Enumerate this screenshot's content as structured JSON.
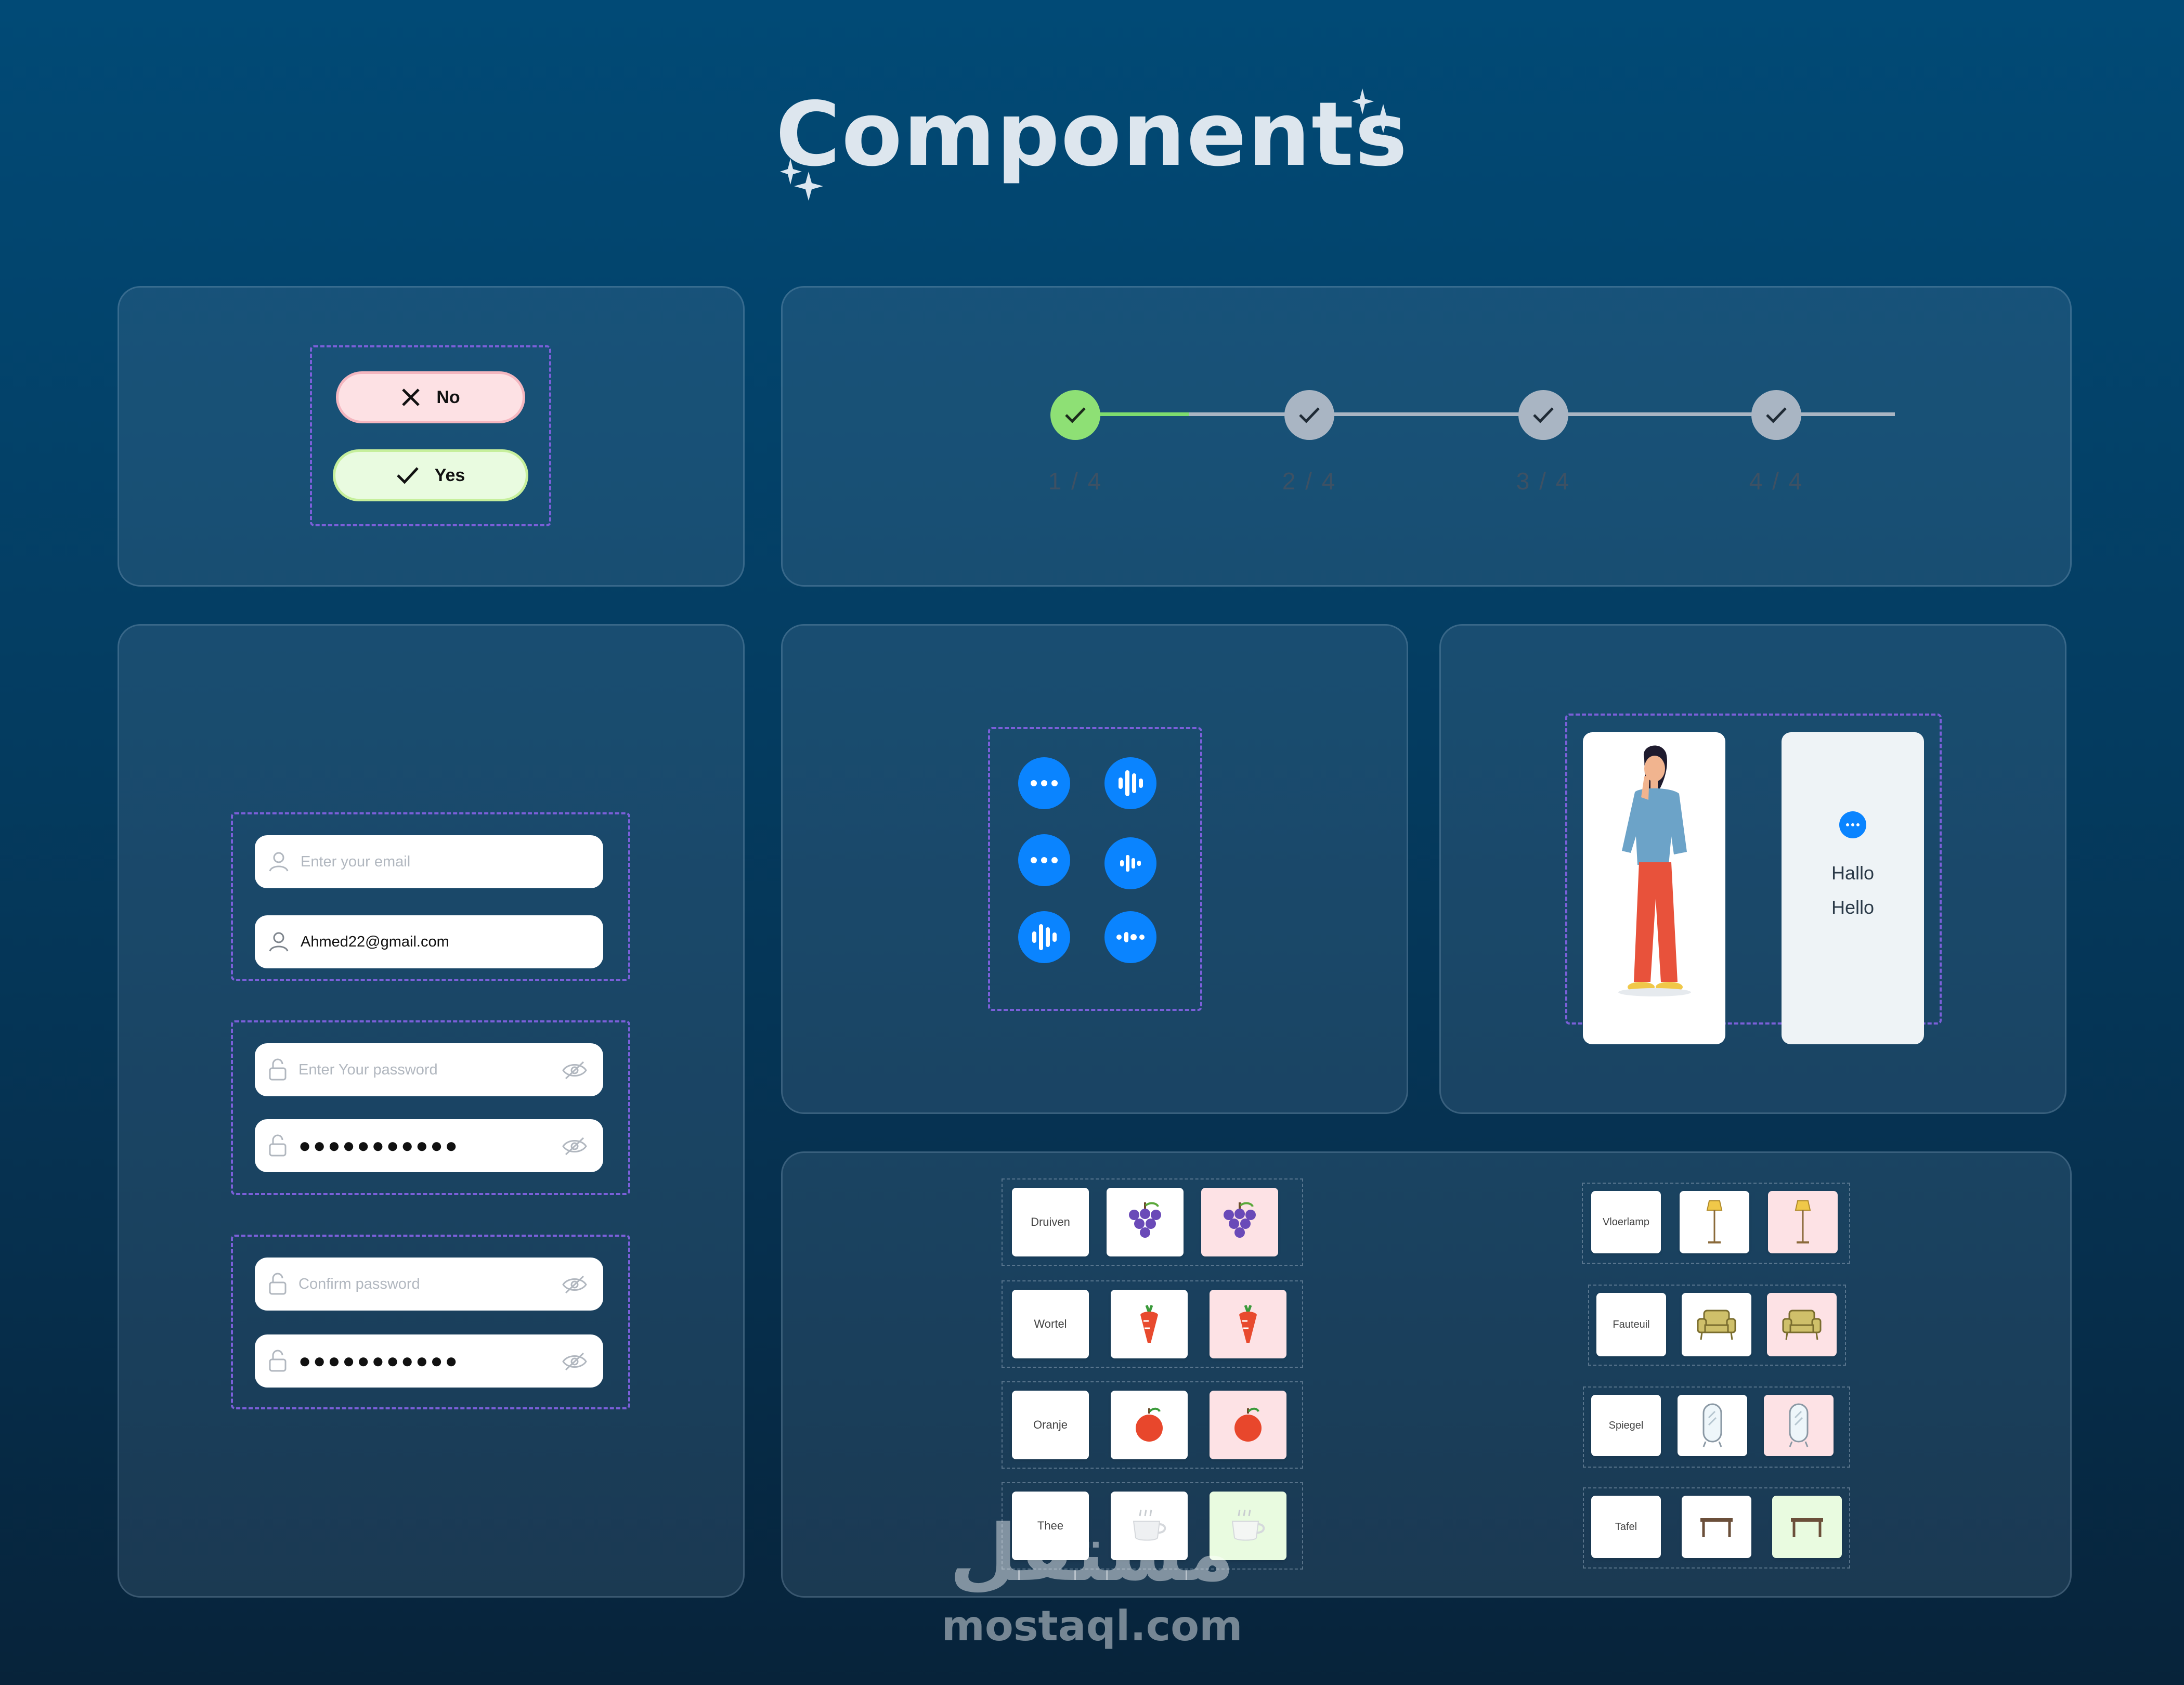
{
  "page": {
    "title": "Components"
  },
  "choice": {
    "no_label": "No",
    "yes_label": "Yes"
  },
  "stepper": {
    "steps": [
      {
        "label": "1 / 4",
        "state": "done"
      },
      {
        "label": "2 / 4",
        "state": "pending"
      },
      {
        "label": "3 / 4",
        "state": "pending"
      },
      {
        "label": "4 / 4",
        "state": "pending"
      }
    ],
    "active_color": "#7edc6e",
    "pending_color": "#a9b5c3"
  },
  "form": {
    "email_placeholder": "Enter your email",
    "email_value": "Ahmed22@gmail.com",
    "password_placeholder": "Enter Your password",
    "password_value": "●●●●●●●●●●●",
    "confirm_placeholder": "Confirm password",
    "confirm_value": "●●●●●●●●●●●"
  },
  "fab_buttons": {
    "color": "#0a84ff",
    "icons": [
      "more-dots-icon",
      "voice-bars-icon",
      "more-dots-icon",
      "voice-bars-small-icon",
      "voice-bars-icon",
      "voice-dots-icon"
    ]
  },
  "cards": {
    "word_nl": "Hallo",
    "word_en": "Hello"
  },
  "vocab_food": [
    {
      "word": "Druiven",
      "icon": "grapes-icon"
    },
    {
      "word": "Wortel",
      "icon": "carrot-icon"
    },
    {
      "word": "Oranje",
      "icon": "orange-icon"
    },
    {
      "word": "Thee",
      "icon": "tea-cup-icon"
    }
  ],
  "vocab_furniture": [
    {
      "word": "Vloerlamp",
      "icon": "floor-lamp-icon"
    },
    {
      "word": "Fauteuil",
      "icon": "armchair-icon"
    },
    {
      "word": "Spiegel",
      "icon": "mirror-icon"
    },
    {
      "word": "Tafel",
      "icon": "table-icon"
    }
  ],
  "watermark": {
    "arabic": "مستقل",
    "latin": "mostaql.com"
  }
}
